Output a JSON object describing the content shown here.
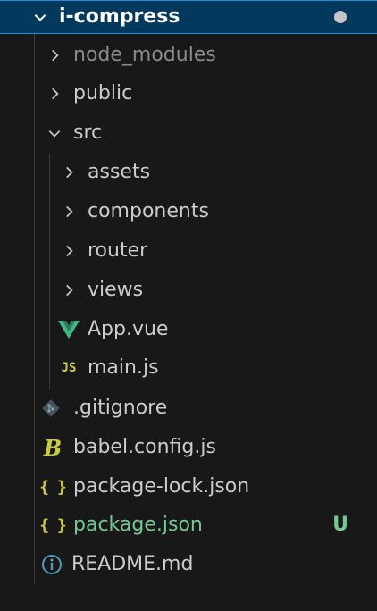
{
  "explorer": {
    "root": {
      "label": "i-compress",
      "modified_dot": "●"
    },
    "items": [
      {
        "label": "node_modules"
      },
      {
        "label": "public"
      },
      {
        "label": "src"
      },
      {
        "label": "assets"
      },
      {
        "label": "components"
      },
      {
        "label": "router"
      },
      {
        "label": "views"
      },
      {
        "label": "App.vue"
      },
      {
        "label": "main.js",
        "icon_text": "JS"
      },
      {
        "label": ".gitignore"
      },
      {
        "label": "babel.config.js",
        "icon_text": "B"
      },
      {
        "label": "package-lock.json",
        "icon_text": "{ }"
      },
      {
        "label": "package.json",
        "icon_text": "{ }",
        "git_status": "U"
      },
      {
        "label": "README.md"
      }
    ]
  },
  "colors": {
    "background": "#181818",
    "selected": "#04395e",
    "added": "#73c991",
    "json": "#cbcb41",
    "vue": "#41b883",
    "git": "#41535b",
    "info": "#519aba"
  }
}
